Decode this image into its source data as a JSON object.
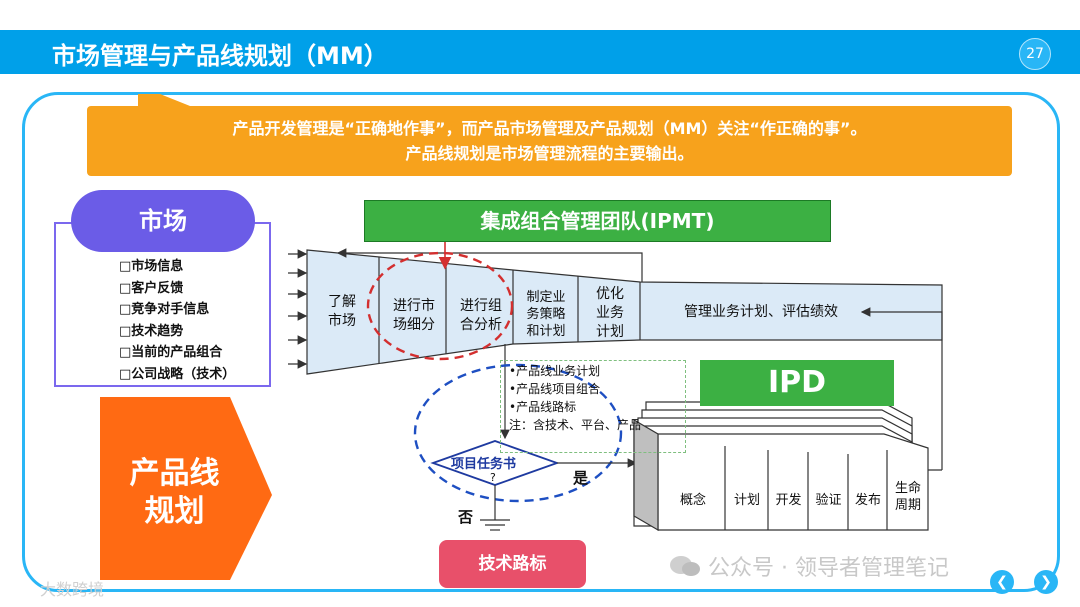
{
  "header": {
    "title": "市场管理与产品线规划（MM）",
    "page_number": "27"
  },
  "callout": {
    "line1": "产品开发管理是“正确地作事”，而产品市场管理及产品规划（MM）关注“作正确的事”。",
    "line2": "产品线规划是市场管理流程的主要输出。"
  },
  "market": {
    "title": "市场",
    "items": [
      "□市场信息",
      "□客户反馈",
      "□竞争对手信息",
      "□技术趋势",
      "□当前的产品组合",
      "□公司战略（技术）"
    ]
  },
  "ipmt_label": "集成组合管理团队(IPMT)",
  "funnel": {
    "steps": [
      [
        "了解",
        "市场"
      ],
      [
        "进行市",
        "场细分"
      ],
      [
        "进行组",
        "合分析"
      ],
      [
        "制定业",
        "务策略",
        "和计划"
      ],
      [
        "优化",
        "业务",
        "计划"
      ]
    ],
    "tail": "管理业务计划、评估绩效"
  },
  "plan_outputs": [
    "•产品线业务计划",
    "•产品线项目组合",
    "•产品线路标",
    "注：含技术、平台、产品"
  ],
  "decision": {
    "label": "项目任务书",
    "q": "?",
    "yes": "是",
    "no": "否"
  },
  "ipd": {
    "title": "IPD",
    "stages": [
      "概念",
      "计划",
      "开发",
      "验证",
      "发布",
      [
        "生命",
        "周期"
      ]
    ]
  },
  "tech_roadmap": "技术路标",
  "plp": {
    "line1": "产品线",
    "line2": "规划"
  },
  "watermark": "公众号 · 领导者管理笔记",
  "watermark2": "大数跨境",
  "colors": {
    "header": "#00a0e9",
    "callout": "#f7a21c",
    "market": "#6b5ce7",
    "green": "#3cb043",
    "plp": "#ff6a13",
    "tech": "#e8506a"
  }
}
